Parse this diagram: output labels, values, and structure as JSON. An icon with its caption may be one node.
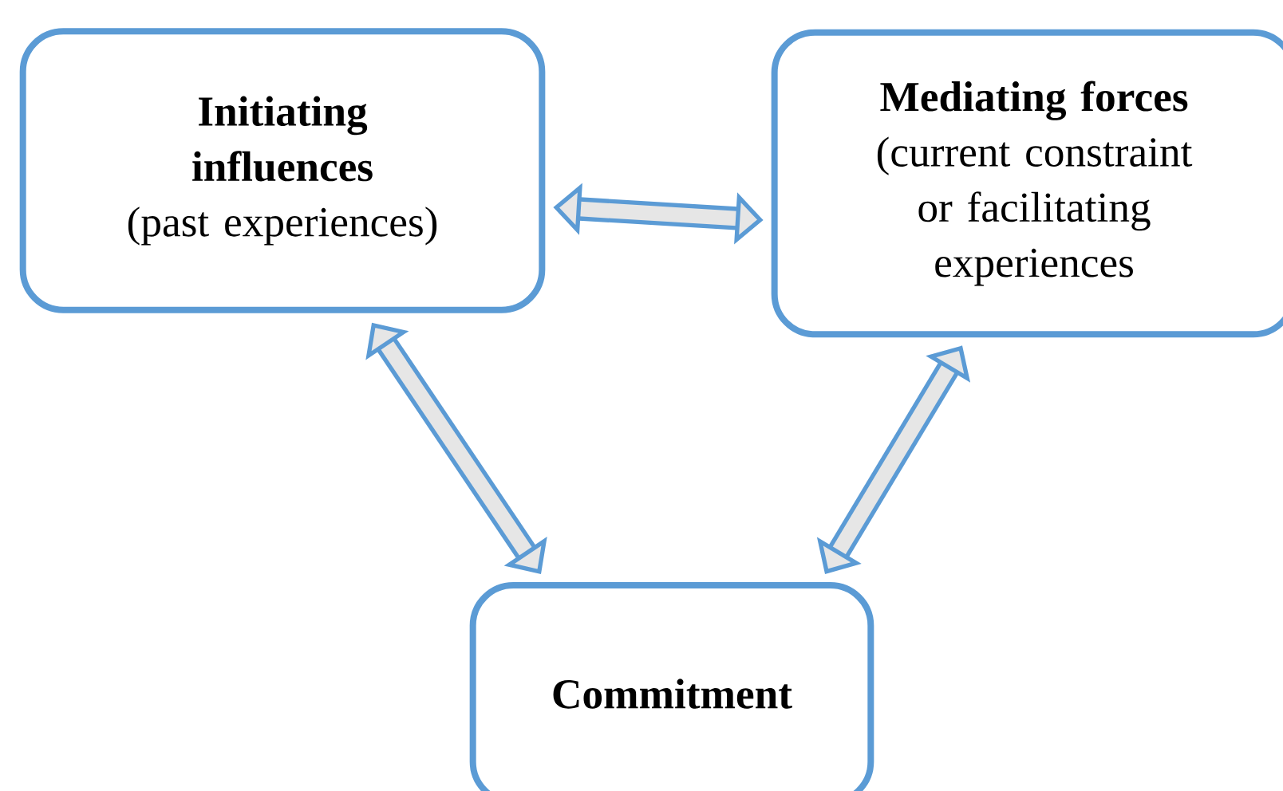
{
  "diagram": {
    "nodes": [
      {
        "text": [
          "Initiating influences",
          "(past experiences)"
        ]
      },
      {
        "text": [
          "Mediating forces",
          "(current constraint or facilitating experiences"
        ]
      },
      {
        "text": [
          "Commitment"
        ]
      }
    ],
    "edges": [
      {
        "from": 0,
        "to": 1,
        "arrow": "both"
      },
      {
        "from": 0,
        "to": 2,
        "arrow": "both"
      },
      {
        "from": 1,
        "to": 2,
        "arrow": "both"
      }
    ]
  }
}
